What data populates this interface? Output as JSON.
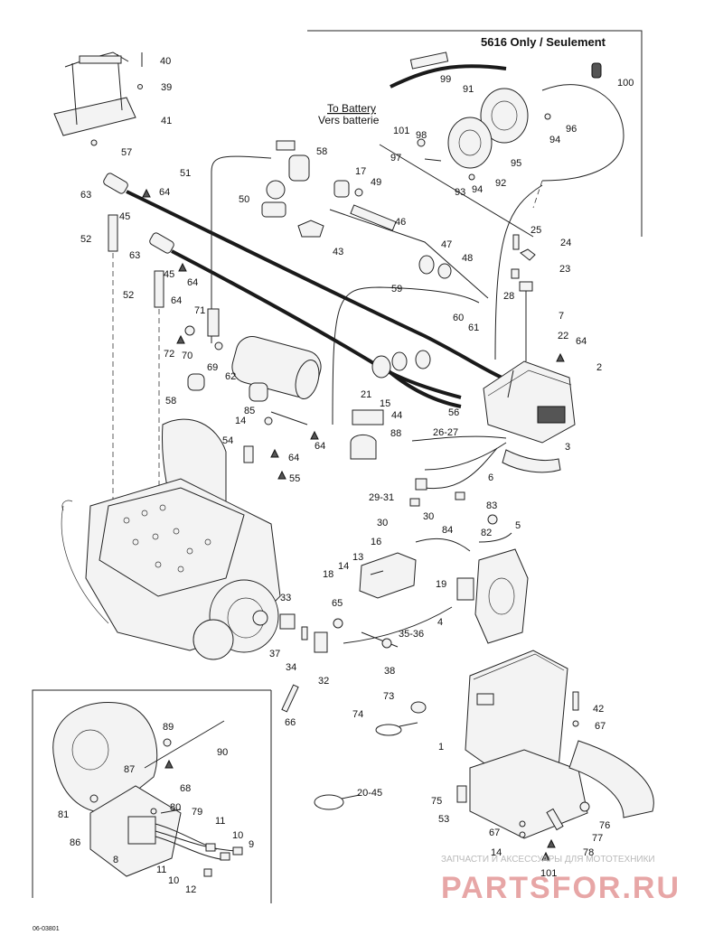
{
  "inset_top": {
    "title": "5616 Only / Seulement"
  },
  "battery_note": {
    "line1": "To Battery",
    "line2": "Vers batterie"
  },
  "drawing_code": "06-03801",
  "watermark": {
    "top": "ЗАПЧАСТИ И АКСЕССУАРЫ ДЛЯ МОТОТЕХНИКИ",
    "bottom": "PARTSFOR.RU"
  },
  "callouts": [
    {
      "id": "40",
      "label": "40"
    },
    {
      "id": "39",
      "label": "39"
    },
    {
      "id": "41",
      "label": "41"
    },
    {
      "id": "57",
      "label": "57"
    },
    {
      "id": "99",
      "label": "99"
    },
    {
      "id": "91",
      "label": "91"
    },
    {
      "id": "100",
      "label": "100"
    },
    {
      "id": "101a",
      "label": "101"
    },
    {
      "id": "98",
      "label": "98"
    },
    {
      "id": "97",
      "label": "97"
    },
    {
      "id": "94a",
      "label": "94"
    },
    {
      "id": "96",
      "label": "96"
    },
    {
      "id": "95",
      "label": "95"
    },
    {
      "id": "93",
      "label": "93"
    },
    {
      "id": "94b",
      "label": "94"
    },
    {
      "id": "92",
      "label": "92"
    },
    {
      "id": "58a",
      "label": "58"
    },
    {
      "id": "51",
      "label": "51"
    },
    {
      "id": "17",
      "label": "17"
    },
    {
      "id": "49",
      "label": "49"
    },
    {
      "id": "63a",
      "label": "63"
    },
    {
      "id": "64a",
      "label": "64"
    },
    {
      "id": "45a",
      "label": "45"
    },
    {
      "id": "50",
      "label": "50"
    },
    {
      "id": "46",
      "label": "46"
    },
    {
      "id": "43",
      "label": "43"
    },
    {
      "id": "52a",
      "label": "52"
    },
    {
      "id": "63b",
      "label": "63"
    },
    {
      "id": "25",
      "label": "25"
    },
    {
      "id": "24",
      "label": "24"
    },
    {
      "id": "47",
      "label": "47"
    },
    {
      "id": "48",
      "label": "48"
    },
    {
      "id": "45b",
      "label": "45"
    },
    {
      "id": "64b",
      "label": "64"
    },
    {
      "id": "23",
      "label": "23"
    },
    {
      "id": "28",
      "label": "28"
    },
    {
      "id": "59",
      "label": "59"
    },
    {
      "id": "52b",
      "label": "52"
    },
    {
      "id": "64c",
      "label": "64"
    },
    {
      "id": "71",
      "label": "71"
    },
    {
      "id": "60",
      "label": "60"
    },
    {
      "id": "7",
      "label": "7"
    },
    {
      "id": "61",
      "label": "61"
    },
    {
      "id": "22",
      "label": "22"
    },
    {
      "id": "64d",
      "label": "64"
    },
    {
      "id": "72",
      "label": "72"
    },
    {
      "id": "70",
      "label": "70"
    },
    {
      "id": "69",
      "label": "69"
    },
    {
      "id": "2",
      "label": "2"
    },
    {
      "id": "62",
      "label": "62"
    },
    {
      "id": "58b",
      "label": "58"
    },
    {
      "id": "21",
      "label": "21"
    },
    {
      "id": "15",
      "label": "15"
    },
    {
      "id": "56",
      "label": "56"
    },
    {
      "id": "85",
      "label": "85"
    },
    {
      "id": "14a",
      "label": "14"
    },
    {
      "id": "44",
      "label": "44"
    },
    {
      "id": "64e",
      "label": "64"
    },
    {
      "id": "26-27",
      "label": "26-27"
    },
    {
      "id": "88",
      "label": "88"
    },
    {
      "id": "3",
      "label": "3"
    },
    {
      "id": "54",
      "label": "54"
    },
    {
      "id": "64f",
      "label": "64"
    },
    {
      "id": "55",
      "label": "55"
    },
    {
      "id": "6",
      "label": "6"
    },
    {
      "id": "29-31",
      "label": "29-31"
    },
    {
      "id": "30a",
      "label": "30"
    },
    {
      "id": "30b",
      "label": "30"
    },
    {
      "id": "83",
      "label": "83"
    },
    {
      "id": "82",
      "label": "82"
    },
    {
      "id": "5",
      "label": "5"
    },
    {
      "id": "84",
      "label": "84"
    },
    {
      "id": "16",
      "label": "16"
    },
    {
      "id": "13",
      "label": "13"
    },
    {
      "id": "14b",
      "label": "14"
    },
    {
      "id": "18",
      "label": "18"
    },
    {
      "id": "19",
      "label": "19"
    },
    {
      "id": "33",
      "label": "33"
    },
    {
      "id": "65",
      "label": "65"
    },
    {
      "id": "4",
      "label": "4"
    },
    {
      "id": "35-36",
      "label": "35-36"
    },
    {
      "id": "37",
      "label": "37"
    },
    {
      "id": "34",
      "label": "34"
    },
    {
      "id": "32",
      "label": "32"
    },
    {
      "id": "38",
      "label": "38"
    },
    {
      "id": "42",
      "label": "42"
    },
    {
      "id": "73",
      "label": "73"
    },
    {
      "id": "67a",
      "label": "67"
    },
    {
      "id": "66",
      "label": "66"
    },
    {
      "id": "74",
      "label": "74"
    },
    {
      "id": "1",
      "label": "1"
    },
    {
      "id": "89",
      "label": "89"
    },
    {
      "id": "90",
      "label": "90"
    },
    {
      "id": "87",
      "label": "87"
    },
    {
      "id": "68",
      "label": "68"
    },
    {
      "id": "20-45",
      "label": "20-45"
    },
    {
      "id": "75",
      "label": "75"
    },
    {
      "id": "81",
      "label": "81"
    },
    {
      "id": "80",
      "label": "80"
    },
    {
      "id": "79",
      "label": "79"
    },
    {
      "id": "53",
      "label": "53"
    },
    {
      "id": "76",
      "label": "76"
    },
    {
      "id": "86",
      "label": "86"
    },
    {
      "id": "11a",
      "label": "11"
    },
    {
      "id": "10a",
      "label": "10"
    },
    {
      "id": "67b",
      "label": "67"
    },
    {
      "id": "77",
      "label": "77"
    },
    {
      "id": "9",
      "label": "9"
    },
    {
      "id": "8",
      "label": "8"
    },
    {
      "id": "14c",
      "label": "14"
    },
    {
      "id": "78",
      "label": "78"
    },
    {
      "id": "11b",
      "label": "11"
    },
    {
      "id": "10b",
      "label": "10"
    },
    {
      "id": "101b",
      "label": "101"
    },
    {
      "id": "12",
      "label": "12"
    }
  ]
}
